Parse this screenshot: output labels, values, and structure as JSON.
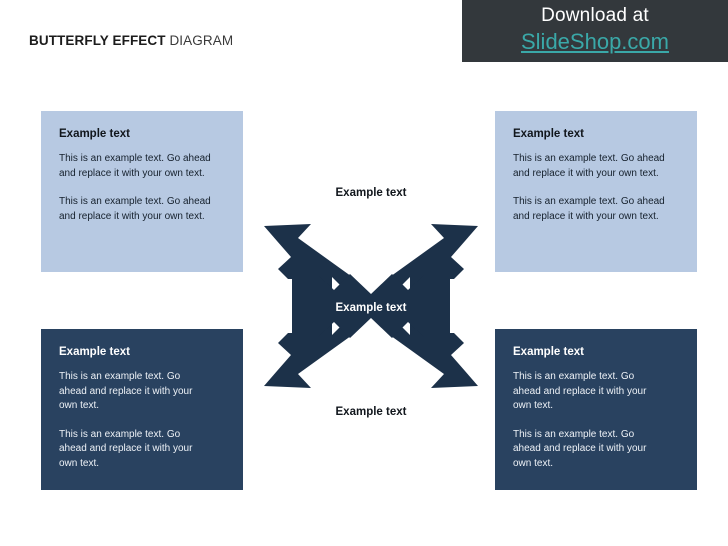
{
  "header": {
    "title_strong": "BUTTERFLY EFFECT",
    "title_light": " DIAGRAM",
    "promo_line1": "Download at",
    "promo_line2": "SlideShop.com",
    "promo_bg": "#33383c",
    "promo_link_color": "#3aa8a8"
  },
  "theme": {
    "light_box": "#b7c9e2",
    "dark_box": "#294260",
    "arrow_fill": "#1c3149",
    "page_bg": "#ffffff"
  },
  "quadrants": [
    {
      "id": "top-left",
      "title": "Example text",
      "paragraphs": [
        "This is an example text. Go ahead and replace it with your own text.",
        "This is an example text. Go ahead and replace it with your own text."
      ]
    },
    {
      "id": "top-right",
      "title": "Example text",
      "paragraphs": [
        "This is an example text. Go ahead and replace it with your own text.",
        "This is an example text. Go ahead and replace it with your own text."
      ]
    },
    {
      "id": "bottom-left",
      "title": "Example text",
      "paragraphs": [
        "This is an example text. Go ahead and replace it with your own text.",
        "This is an example text. Go ahead and replace it with your own text."
      ]
    },
    {
      "id": "bottom-right",
      "title": "Example text",
      "paragraphs": [
        "This is an example text. Go ahead and replace it with your own text.",
        "This is an example text. Go ahead and replace it with your own text."
      ]
    }
  ],
  "centre": {
    "label_top": "Example text",
    "label_middle": "Example text",
    "label_bottom": "Example text",
    "shape_name": "four-way-butterfly-arrows"
  }
}
